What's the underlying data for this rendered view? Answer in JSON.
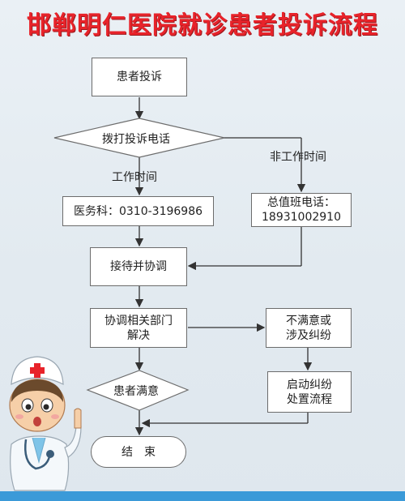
{
  "title": "邯郸明仁医院就诊患者投诉流程",
  "nodes": {
    "complaint": "患者投诉",
    "call_hotline": "拨打投诉电话",
    "work_time": "工作时间",
    "non_work_time": "非工作时间",
    "medical_dept": "医务科：0310-3196986",
    "duty_line1": "总值班电话：",
    "duty_line2": "18931002910",
    "receive_coordinate": "接待并协调",
    "coord_line1": "协调相关部门",
    "coord_line2": "解决",
    "unsatisfied_line1": "不满意或",
    "unsatisfied_line2": "涉及纠纷",
    "dispute_line1": "启动纠纷",
    "dispute_line2": "处置流程",
    "patient_satisfied": "患者满意",
    "end": "结　束"
  },
  "colors": {
    "title": "#e8232a",
    "accent": "#3b9ad8",
    "line": "#333333"
  },
  "icons": [
    "doctor-mascot-icon"
  ]
}
